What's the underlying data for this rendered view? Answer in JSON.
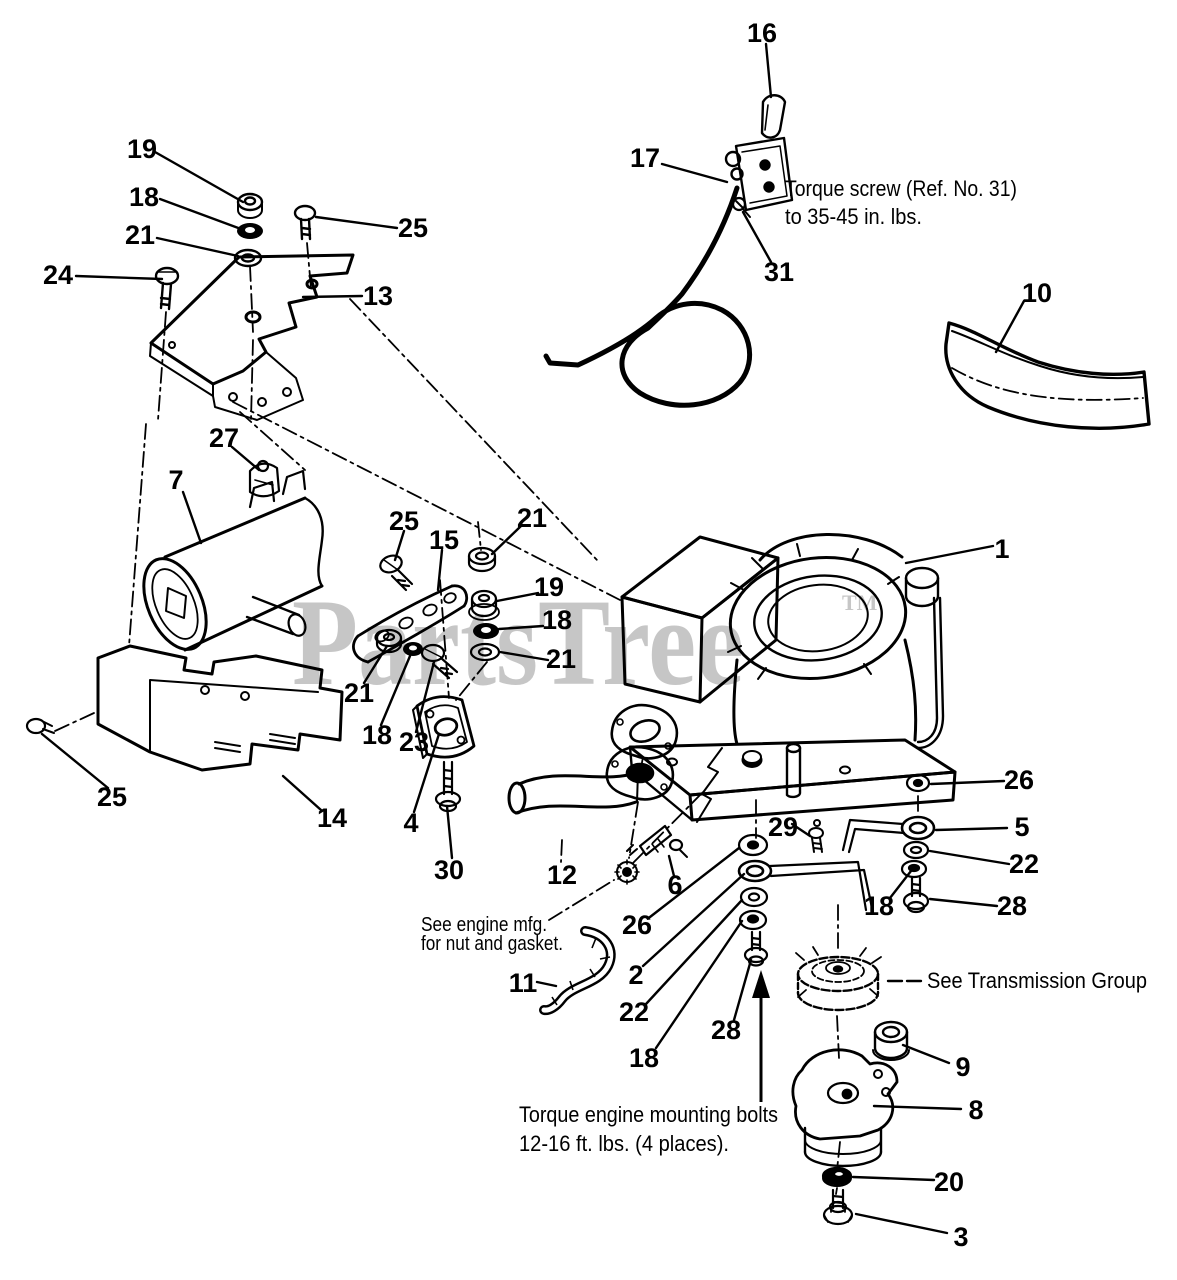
{
  "watermark": {
    "text": "PartsTree",
    "tm": "TM",
    "color": "#c6c6c6"
  },
  "notes": {
    "torque_screw": [
      "Torque screw (Ref. No. 31)",
      "to 35-45 in. lbs."
    ],
    "engine_mfg": [
      "See engine mfg.",
      "for nut and gasket."
    ],
    "transmission": "See Transmission Group",
    "mounting": [
      "Torque engine mounting bolts",
      "12-16 ft. lbs. (4 places)."
    ]
  },
  "callouts": [
    {
      "label": "19"
    },
    {
      "label": "18"
    },
    {
      "label": "21"
    },
    {
      "label": "24"
    },
    {
      "label": "25"
    },
    {
      "label": "13"
    },
    {
      "label": "16"
    },
    {
      "label": "17"
    },
    {
      "label": "31"
    },
    {
      "label": "10"
    },
    {
      "label": "27"
    },
    {
      "label": "7"
    },
    {
      "label": "25"
    },
    {
      "label": "15"
    },
    {
      "label": "21"
    },
    {
      "label": "19"
    },
    {
      "label": "18"
    },
    {
      "label": "21"
    },
    {
      "label": "21"
    },
    {
      "label": "18"
    },
    {
      "label": "23"
    },
    {
      "label": "4"
    },
    {
      "label": "30"
    },
    {
      "label": "12"
    },
    {
      "label": "6"
    },
    {
      "label": "26"
    },
    {
      "label": "2"
    },
    {
      "label": "22"
    },
    {
      "label": "18"
    },
    {
      "label": "28"
    },
    {
      "label": "29"
    },
    {
      "label": "11"
    },
    {
      "label": "1"
    },
    {
      "label": "26"
    },
    {
      "label": "5"
    },
    {
      "label": "22"
    },
    {
      "label": "18"
    },
    {
      "label": "28"
    },
    {
      "label": "9"
    },
    {
      "label": "8"
    },
    {
      "label": "20"
    },
    {
      "label": "3"
    },
    {
      "label": "25"
    },
    {
      "label": "14"
    }
  ],
  "diagram_colors": {
    "line": "#000000",
    "background": "#ffffff"
  }
}
